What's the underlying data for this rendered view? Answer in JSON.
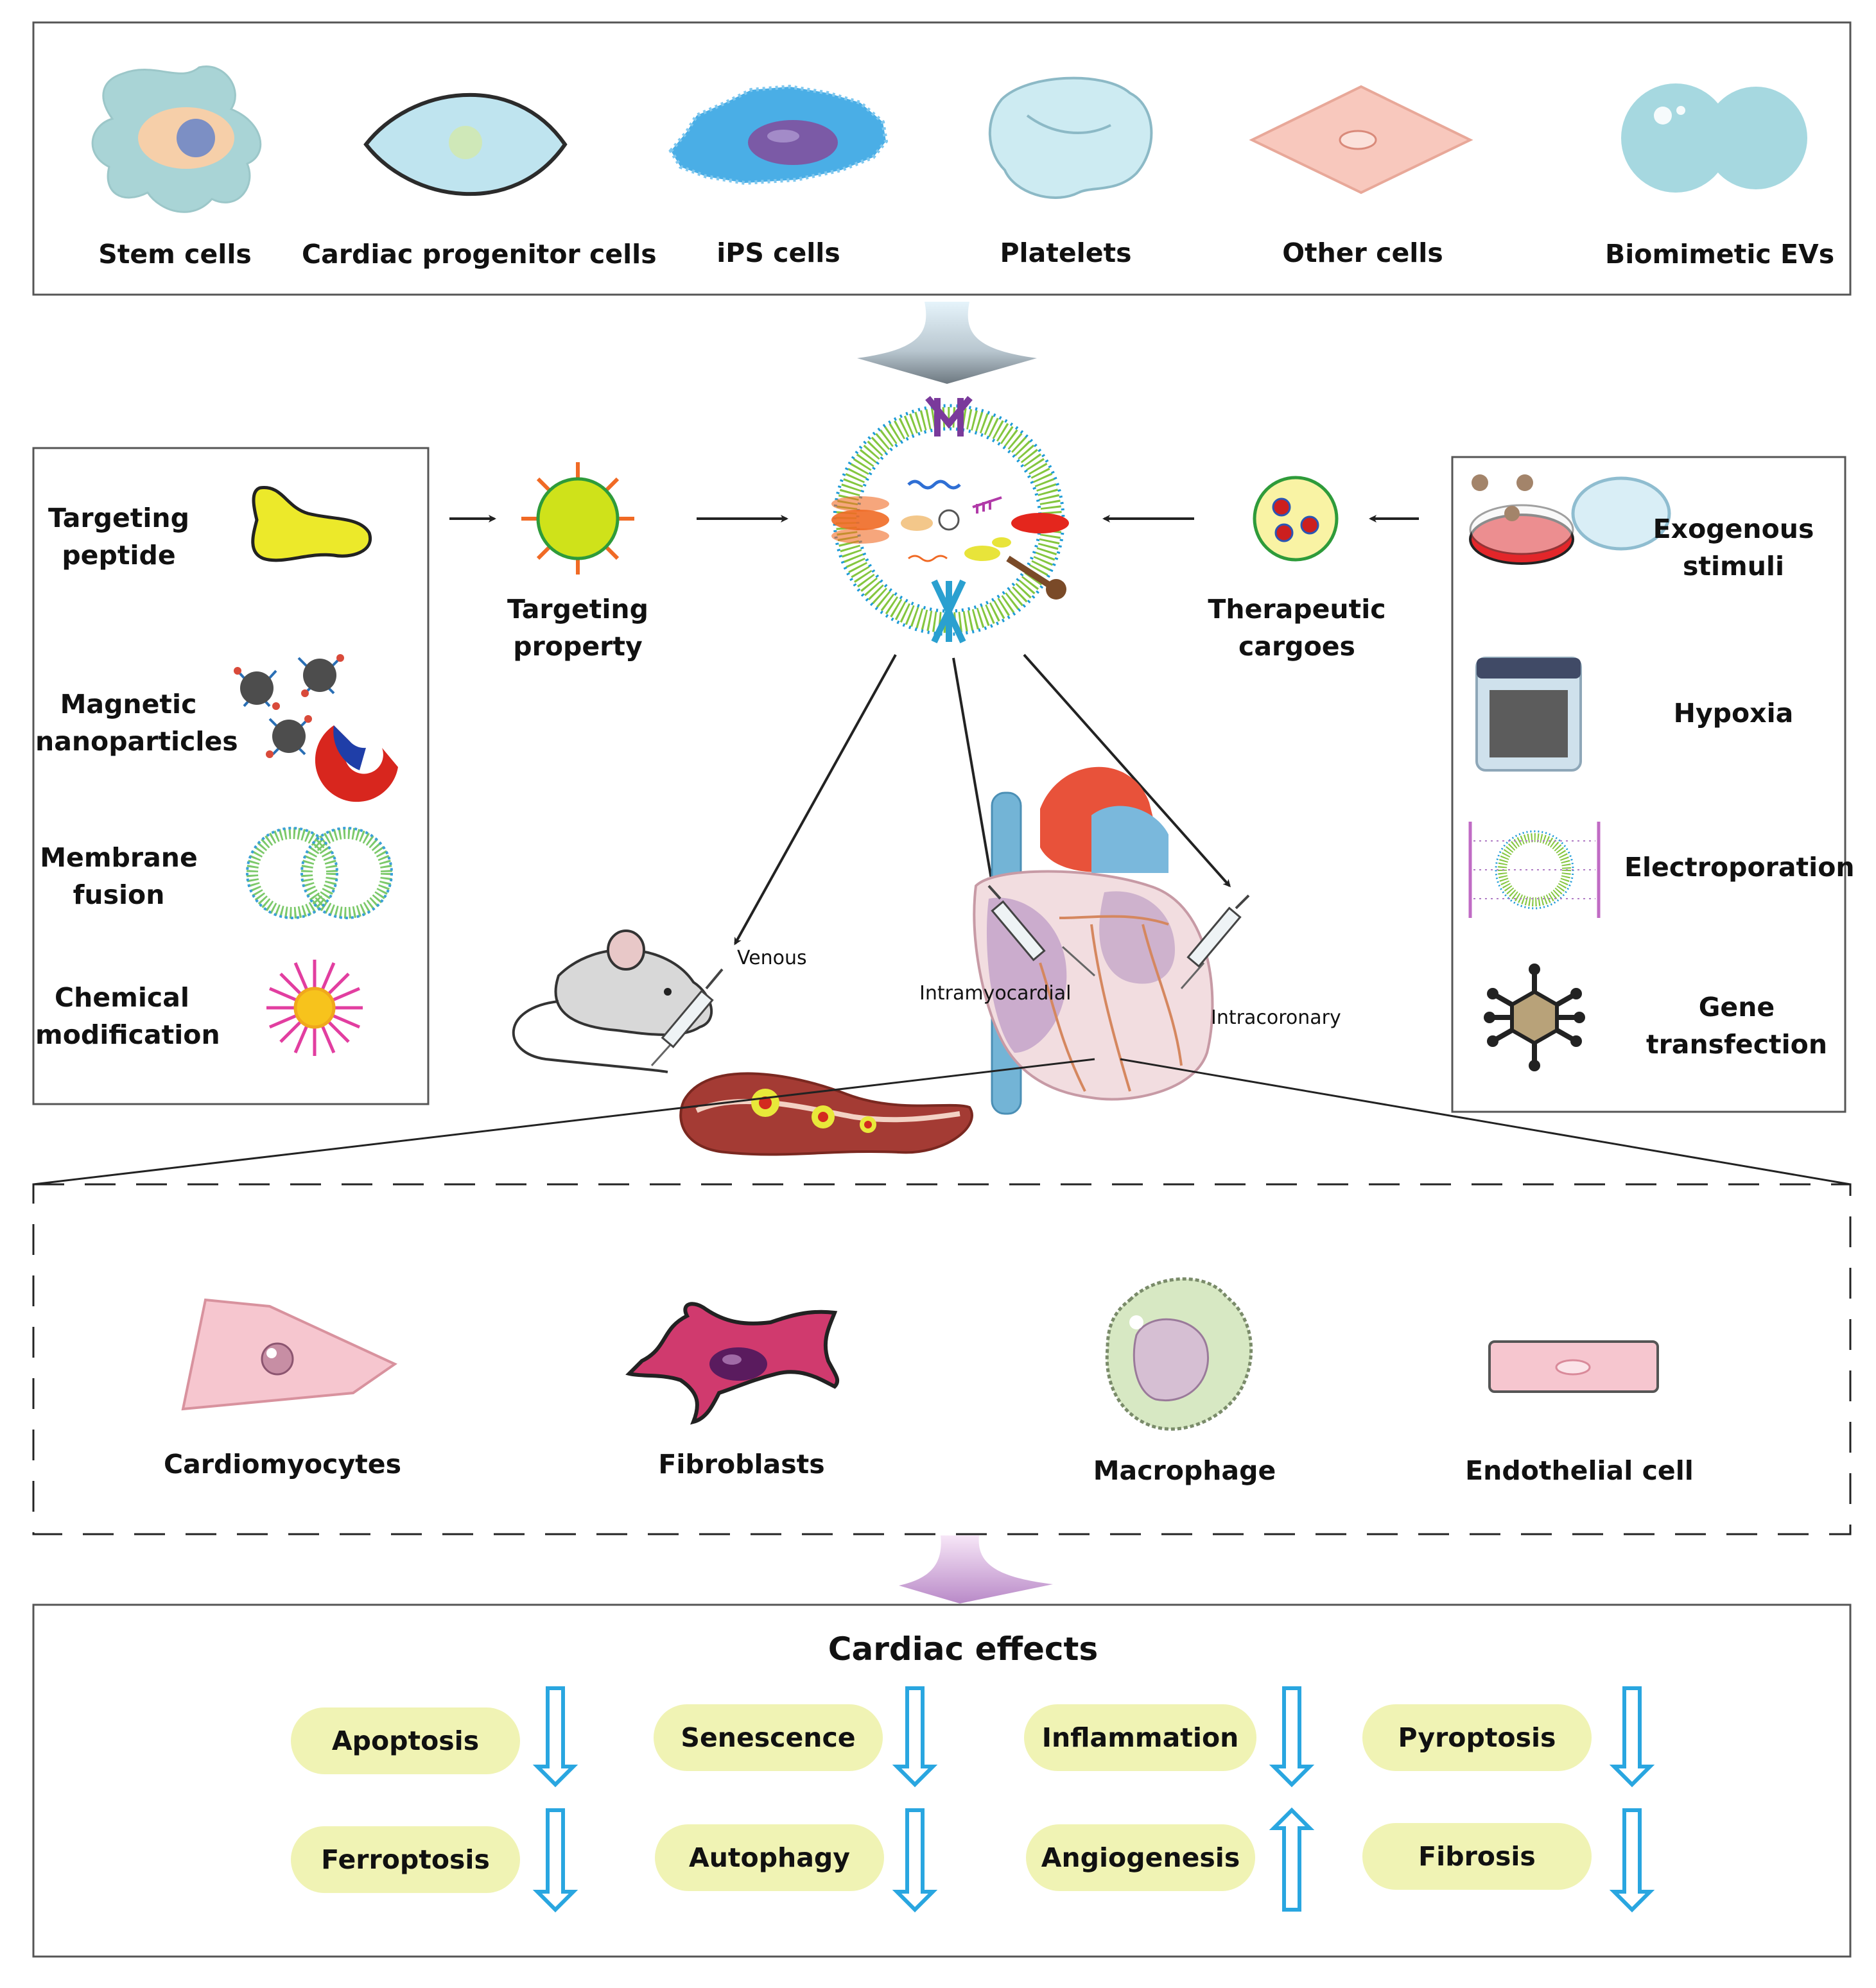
{
  "source_cells": [
    {
      "label": "Stem cells"
    },
    {
      "label": "Cardiac progenitor cells"
    },
    {
      "label": "iPS cells"
    },
    {
      "label": "Platelets"
    },
    {
      "label": "Other cells"
    },
    {
      "label": "Biomimetic EVs"
    }
  ],
  "engineering_left": [
    {
      "label": "Targeting\npeptide"
    },
    {
      "label": "Magnetic\nnanoparticles"
    },
    {
      "label": "Membrane\nfusion"
    },
    {
      "label": "Chemical\nmodification"
    }
  ],
  "targeting_property": "Targeting\nproperty",
  "therapeutic_cargoes": "Therapeutic\ncargoes",
  "engineering_right": [
    {
      "label": "Exogenous\nstimuli"
    },
    {
      "label": "Hypoxia"
    },
    {
      "label": "Electroporation"
    },
    {
      "label": "Gene\ntransfection"
    }
  ],
  "routes": {
    "venous": "Venous",
    "intramyocardial": "Intramyocardial",
    "intracoronary": "Intracoronary"
  },
  "target_cells": [
    {
      "label": "Cardiomyocytes"
    },
    {
      "label": "Fibroblasts"
    },
    {
      "label": "Macrophage"
    },
    {
      "label": "Endothelial cell"
    }
  ],
  "effects": {
    "title": "Cardiac effects",
    "items": [
      {
        "label": "Apoptosis",
        "direction": "down"
      },
      {
        "label": "Senescence",
        "direction": "down"
      },
      {
        "label": "Inflammation",
        "direction": "down"
      },
      {
        "label": "Pyroptosis",
        "direction": "down"
      },
      {
        "label": "Ferroptosis",
        "direction": "down"
      },
      {
        "label": "Autophagy",
        "direction": "down"
      },
      {
        "label": "Angiogenesis",
        "direction": "up"
      },
      {
        "label": "Fibrosis",
        "direction": "down"
      }
    ]
  },
  "colors": {
    "pill": "#f0f3b4",
    "effect_arrow": "#29a6e0",
    "box_border": "#555555"
  }
}
